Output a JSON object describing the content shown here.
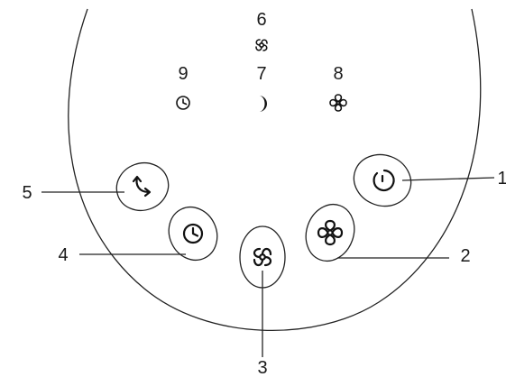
{
  "diagram": {
    "labels": {
      "power": "1",
      "fan_speed": "2",
      "mode": "3",
      "timer": "4",
      "oscillation": "5",
      "mode_indicator": "6",
      "sleep_indicator": "7",
      "speed_indicator": "8",
      "timer_indicator": "9"
    },
    "icons": {
      "power_button": "power-timer-icon",
      "fan_speed_button": "fan-icon",
      "mode_button": "swirl-mode-icon",
      "timer_button": "clock-icon",
      "oscillation_button": "oscillation-arrow-icon",
      "mode_indicator": "swirl-mode-icon",
      "sleep_indicator": "crescent-moon-icon",
      "speed_indicator": "fan-icon",
      "timer_indicator": "clock-icon"
    }
  }
}
